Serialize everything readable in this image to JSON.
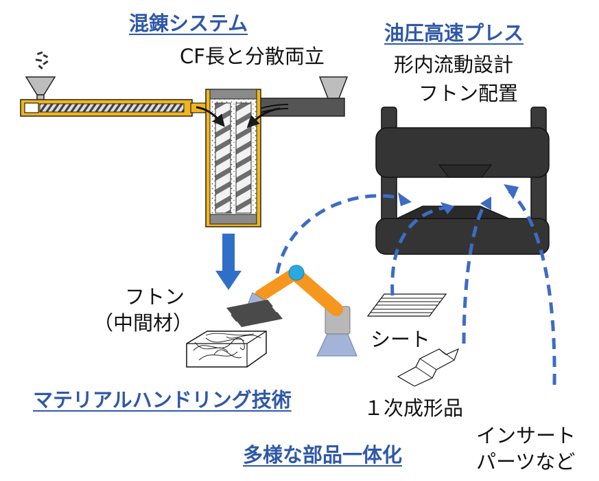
{
  "colors": {
    "accent_blue": "#2f58a8",
    "arrow_blue": "#3c6cc4",
    "barrel_yellow": "#f2b51b",
    "press_dark": "#343434",
    "robot_orange": "#f5961e",
    "robot_joint": "#29a9e0",
    "robot_base": "#a4b4d8"
  },
  "icons": [
    "hopper-icon",
    "fiber-pellets-icon",
    "screw-icon",
    "press-icon",
    "robot-arm-icon",
    "sheet-icon",
    "formed-part-icon",
    "fiber-block-icon"
  ],
  "labels": {
    "mixing_system": "混錬システム",
    "cf_length": "CF長と分散両立",
    "hydraulic_press": "油圧高速プレス",
    "press_line1": "形内流動設計",
    "press_line2": "フトン配置",
    "futon_line1": "フトン",
    "futon_line2": "（中間材）",
    "sheet": "シート",
    "primary_formed": "１次成形品",
    "insert_line1": "インサート",
    "insert_line2": "パーツなど",
    "material_handling": "マテリアルハンドリング技術",
    "integration": "多様な部品一体化"
  }
}
